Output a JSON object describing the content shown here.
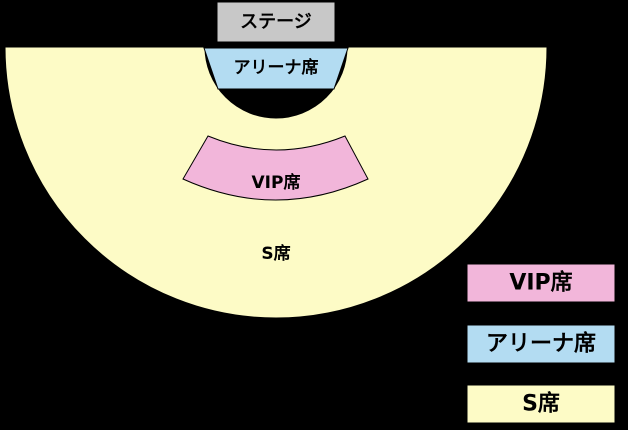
{
  "stage": {
    "label": "ステージ",
    "color": "#c8c8c8"
  },
  "sections": {
    "arena": {
      "label": "アリーナ席",
      "color": "#b3dcf2"
    },
    "vip": {
      "label": "VIP席",
      "color": "#f2b6da"
    },
    "s": {
      "label": "S席",
      "color": "#fdfbc6"
    }
  },
  "legend": [
    {
      "label": "VIP席",
      "color": "#f2b6da"
    },
    {
      "label": "アリーナ席",
      "color": "#b3dcf2"
    },
    {
      "label": "S席",
      "color": "#fdfbc6"
    }
  ]
}
